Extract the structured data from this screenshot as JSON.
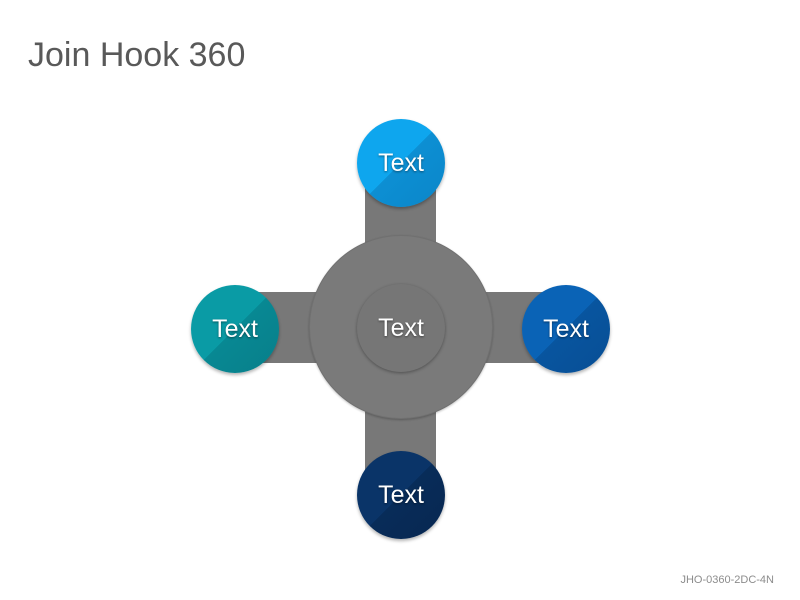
{
  "title": "Join Hook 360",
  "footer_code": "JHO-0360-2DC-4N",
  "diagram": {
    "center": {
      "label": "Text"
    },
    "nodes": {
      "top": {
        "label": "Text",
        "color": "#0ea6ee"
      },
      "left": {
        "label": "Text",
        "color": "#0a9ba5"
      },
      "right": {
        "label": "Text",
        "color": "#0a63b6"
      },
      "bottom": {
        "label": "Text",
        "color": "#0a3468"
      }
    },
    "connector_color": "#787878"
  }
}
